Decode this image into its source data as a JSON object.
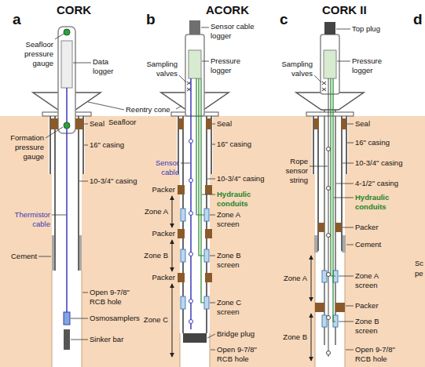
{
  "diagram": {
    "labels": [
      "a",
      "CORK",
      "Seafloor pressure gauge",
      "Data logger",
      "Reentry cone",
      "Seafloor",
      "Seal",
      "Formation pressure gauge",
      "16\" casing",
      "10-3/4\" casing",
      "Thermistor cable",
      "Cement",
      "Open 9-7/8\" RCB hole",
      "Osmosamplers",
      "Sinker bar",
      "b",
      "ACORK",
      "Sensor cable logger",
      "Sampling valves",
      "Pressure logger",
      "Seal",
      "16\" casing",
      "Sensor cable",
      "10-3/4\" casing",
      "Packer",
      "Hydraulic conduits",
      "Zone A",
      "Zone A screen",
      "Packer",
      "Zone B",
      "Zone B screen",
      "Packer",
      "Zone C screen",
      "Zone C",
      "Bridge plug",
      "Open 9-7/8\" RCB hole",
      "c",
      "CORK II",
      "Top plug",
      "Sampling valves",
      "Pressure logger",
      "Seal",
      "16\" casing",
      "Rope sensor string",
      "10-3/4\" casing",
      "4-1/2\" casing",
      "Hydraulic conduits",
      "Packer",
      "Cement",
      "Zone A",
      "Zone A screen",
      "Packer",
      "Zone B",
      "Zone B screen",
      "Open 9-7/8\" RCB hole",
      "d",
      "Sc",
      "pe"
    ]
  }
}
